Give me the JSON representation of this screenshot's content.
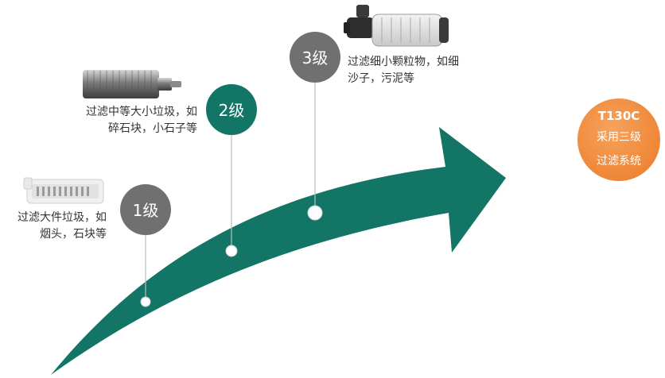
{
  "stages": [
    {
      "level": "1级",
      "lines": [
        "过滤大件垃圾，如",
        "烟头，石块等"
      ],
      "color": "#707070"
    },
    {
      "level": "2级",
      "lines": [
        "过滤中等大小垃圾，如",
        "碎石块，小石子等"
      ],
      "color": "#127566"
    },
    {
      "level": "3级",
      "lines": [
        "过滤细小颗粒物，如细",
        "沙子，污泥等"
      ],
      "color": "#707070"
    }
  ],
  "badge": {
    "line1": "T130C",
    "line2": "采用三级",
    "line3": "过滤系统",
    "color": "#f08a3c"
  },
  "arrow_color": "#127566",
  "images": [
    "basket-filter-icon",
    "cylindrical-filter-icon",
    "clear-canister-filter-icon"
  ]
}
